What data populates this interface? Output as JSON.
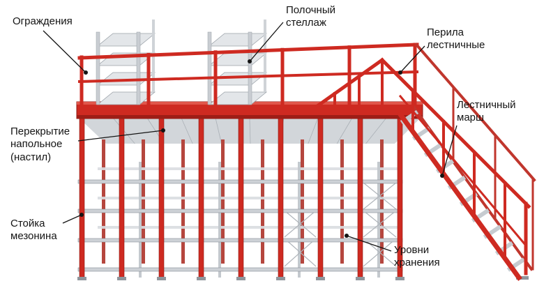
{
  "diagram": {
    "labels": {
      "guardrails": {
        "text": "Ограждения"
      },
      "shelf_rack": {
        "text": "Полочный стеллаж"
      },
      "stair_railing": {
        "text": "Перила лестничные"
      },
      "stair_flight": {
        "text": "Лестничный марш"
      },
      "floor_decking": {
        "text": "Перекрытие напольное (настил)"
      },
      "mezzanine_post": {
        "text": "Стойка мезонина"
      },
      "storage_levels": {
        "text": "Уровни хранения"
      }
    },
    "colors": {
      "structure_red": "#ce2a21",
      "structure_red_dark": "#8d1a13",
      "structure_red_back": "#b5463e",
      "steel_gray": "#c9cdd2",
      "steel_gray_light": "#e3e6e9",
      "label_ink": "#141414",
      "background": "#ffffff"
    }
  }
}
